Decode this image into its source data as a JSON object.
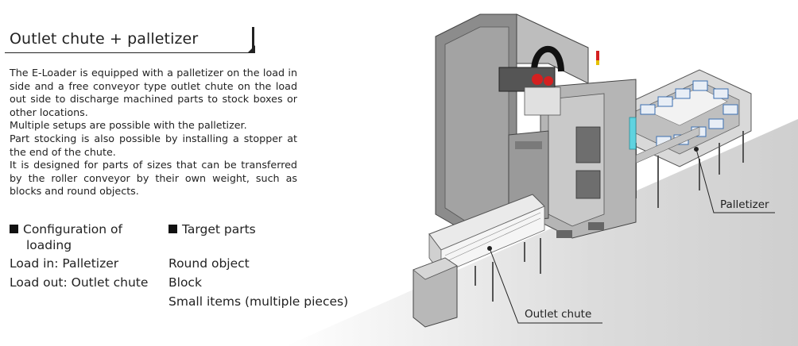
{
  "title": "Outlet chute + palletizer",
  "description": [
    "The E-Loader is equipped with a palletizer on the load in side and a free conveyor type outlet chute on the load out side to discharge machined parts to stock boxes or other locations.",
    "Multiple setups are possible with the palletizer.",
    "Part stocking is also possible by installing a stopper at the end of the chute.",
    "It is designed for parts of sizes that can be transferred by the roller conveyor by their own weight, such as blocks and round objects."
  ],
  "config": {
    "heading_line1": "Configuration of",
    "heading_line2": "loading",
    "load_in": "Load in: Palletizer",
    "load_out": "Load out: Outlet chute"
  },
  "target": {
    "heading": "Target parts",
    "items": [
      "Round object",
      "Block",
      "Small items (multiple pieces)"
    ]
  },
  "callouts": {
    "palletizer": "Palletizer",
    "outlet_chute": "Outlet chute"
  },
  "colors": {
    "machine_body": "#9a9a9a",
    "machine_dark": "#5a5a5a",
    "accent_red": "#d42020",
    "window_cyan": "#5fd3e0",
    "pallet_blue": "#3b6fb0"
  }
}
